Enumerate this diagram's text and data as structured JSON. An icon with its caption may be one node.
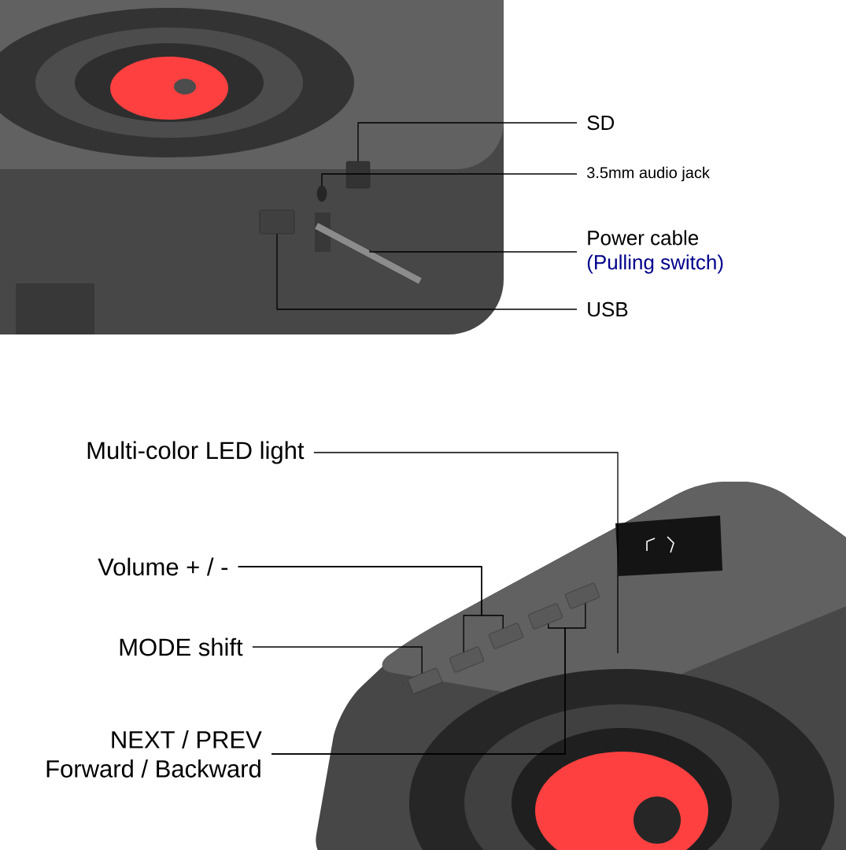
{
  "diagram": {
    "nodes": [
      {
        "text": [
          "SD"
        ]
      },
      {
        "text": [
          "3.5mm audio jack"
        ]
      },
      {
        "text": [
          "Power cable",
          "(Pulling switch)"
        ]
      },
      {
        "text": [
          "USB"
        ]
      },
      {
        "text": [],
        "shape": "box"
      },
      {
        "text": [],
        "shape": "circle"
      },
      {
        "text": [],
        "shape": "bar"
      },
      {
        "text": [],
        "shape": "box"
      },
      {
        "text": [
          "Multi-color LED light"
        ]
      },
      {
        "text": [
          "Volume + / -"
        ]
      },
      {
        "text": [
          "MODE shift"
        ]
      },
      {
        "text": [
          "NEXT / PREV",
          "Forward / Backward"
        ]
      },
      {
        "text": [],
        "shape": "box"
      },
      {
        "text": [],
        "shape": "box"
      },
      {
        "text": [],
        "shape": "box"
      },
      {
        "text": [],
        "shape": "box"
      },
      {
        "text": [],
        "shape": "box"
      }
    ],
    "edges": [
      {
        "from": 0,
        "to": 4,
        "arrow": "none"
      },
      {
        "from": 1,
        "to": 5,
        "arrow": "none"
      },
      {
        "from": 2,
        "to": 6,
        "arrow": "none"
      },
      {
        "from": 3,
        "to": 7,
        "arrow": "none"
      },
      {
        "from": 8,
        "to": null,
        "arrow": "none"
      },
      {
        "from": 9,
        "to": 13,
        "arrow": "none"
      },
      {
        "from": 9,
        "to": 14,
        "arrow": "none"
      },
      {
        "from": 10,
        "to": 12,
        "arrow": "none"
      },
      {
        "from": 11,
        "to": 15,
        "arrow": "none"
      },
      {
        "from": 11,
        "to": 16,
        "arrow": "none"
      }
    ]
  }
}
